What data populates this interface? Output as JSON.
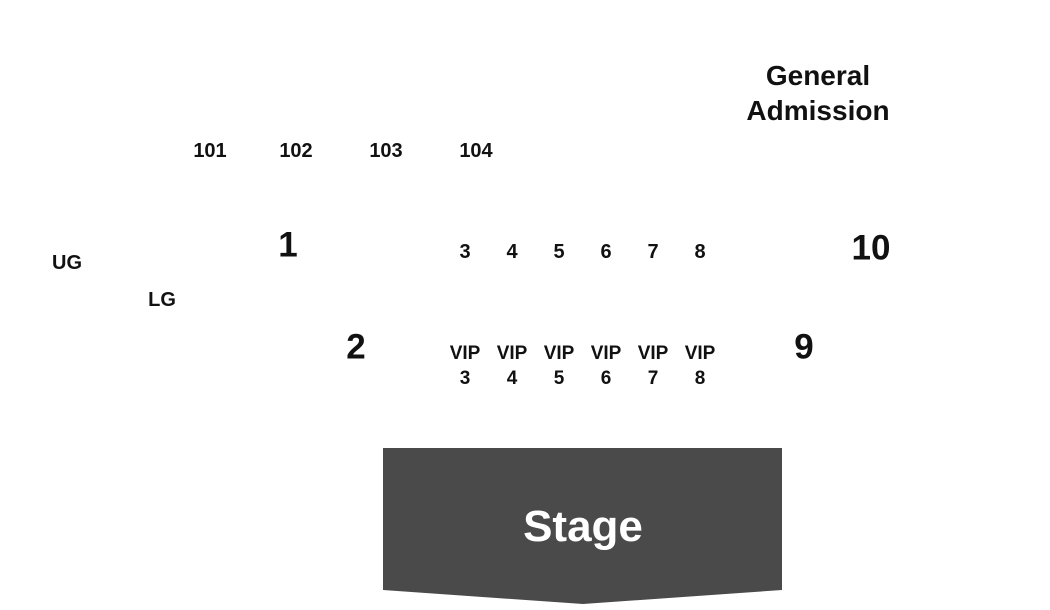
{
  "general_admission": {
    "line1": "General",
    "line2": "Admission"
  },
  "upper_sections": [
    "101",
    "102",
    "103",
    "104"
  ],
  "levels": {
    "upper": "UG",
    "lower": "LG"
  },
  "sections": {
    "s1": "1",
    "s2": "2",
    "s9": "9",
    "s10": "10",
    "s3": "3",
    "s4": "4",
    "s5": "5",
    "s6": "6",
    "s7": "7",
    "s8": "8"
  },
  "vip": {
    "prefix": "VIP",
    "numbers": [
      "3",
      "4",
      "5",
      "6",
      "7",
      "8"
    ]
  },
  "stage": {
    "label": "Stage",
    "color": "#4a4a4a"
  }
}
